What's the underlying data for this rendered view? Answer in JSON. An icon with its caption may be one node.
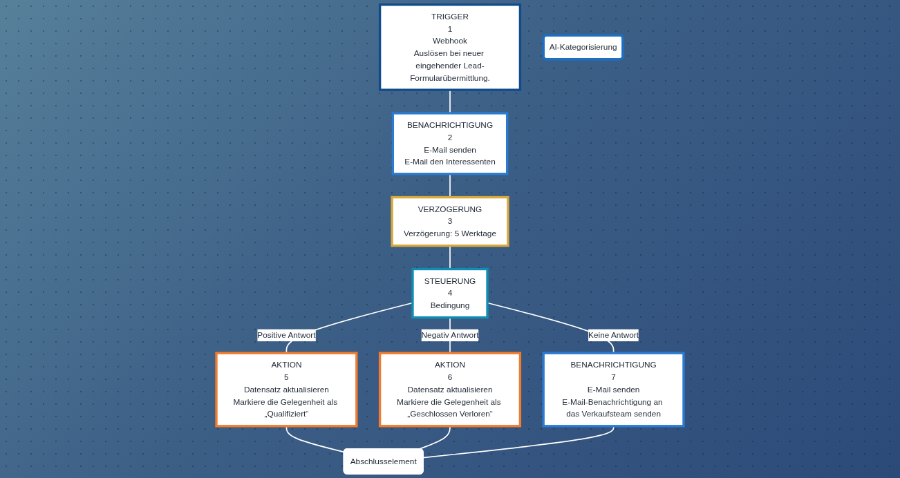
{
  "diagram": {
    "nodes": [
      {
        "text": [
          "TRIGGER",
          "1",
          "Webhook",
          "Auslösen bei neuer eingehender Lead-Formularübermittlung."
        ]
      },
      {
        "text": [
          "BENACHRICHTIGUNG",
          "2",
          "E-Mail senden",
          "E-Mail den Interessenten"
        ]
      },
      {
        "text": [
          "VERZÖGERUNG",
          "3",
          "Verzögerung: 5 Werktage"
        ]
      },
      {
        "text": [
          "AI-Kategorisierung"
        ]
      },
      {
        "text": [
          "STEUERUNG",
          "4",
          "Bedingung"
        ]
      },
      {
        "text": [
          "AKTION",
          "5",
          "Datensatz aktualisieren",
          "Markiere die Gelegenheit als „Qualifiziert“"
        ]
      },
      {
        "text": [
          "AKTION",
          "6",
          "Datensatz aktualisieren",
          "Markiere die Gelegenheit als „Geschlossen Verloren“"
        ]
      },
      {
        "text": [
          "BENACHRICHTIGUNG",
          "7",
          "E-Mail senden",
          "E-Mail-Benachrichtigung an das Verkaufsteam senden"
        ]
      },
      {
        "text": [
          "Abschlusselement"
        ]
      }
    ],
    "edges": [
      {
        "from": 0,
        "to": 1,
        "arrow": "none"
      },
      {
        "from": 1,
        "to": 2,
        "arrow": "none"
      },
      {
        "from": 2,
        "to": 4,
        "arrow": "none"
      },
      {
        "from": 4,
        "to": 5,
        "arrow": "none",
        "label": "Positive Antwort"
      },
      {
        "from": 4,
        "to": 6,
        "arrow": "none",
        "label": "Negativ Antwort"
      },
      {
        "from": 4,
        "to": 7,
        "arrow": "none",
        "label": "Keine Antwort"
      },
      {
        "from": 5,
        "to": 8,
        "arrow": "none"
      },
      {
        "from": 6,
        "to": 8,
        "arrow": "none"
      },
      {
        "from": 7,
        "to": 8,
        "arrow": "none"
      }
    ]
  }
}
